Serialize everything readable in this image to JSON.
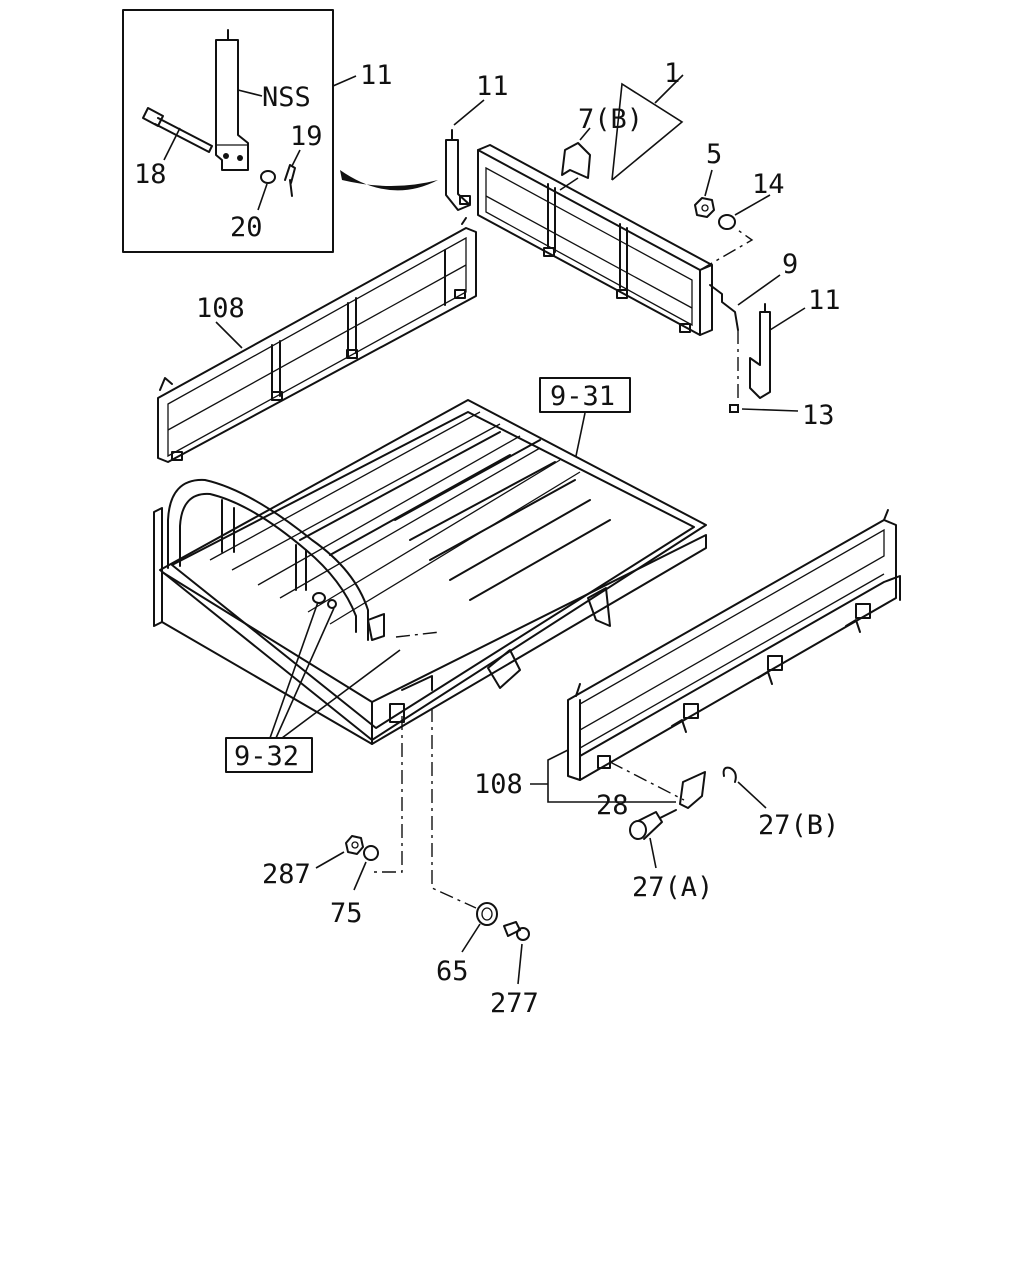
{
  "callouts": {
    "c11_inset": "11",
    "nss": "NSS",
    "c18": "18",
    "c19": "19",
    "c20": "20",
    "c11_top": "11",
    "c7b": "7(B)",
    "c1": "1",
    "c5": "5",
    "c14": "14",
    "c9": "9",
    "c11_right": "11",
    "c13": "13",
    "c108_top": "108",
    "c9_31": "9-31",
    "c9_32": "9-32",
    "c108_bottom": "108",
    "c28": "28",
    "c27b": "27(B)",
    "c27a": "27(A)",
    "c287": "287",
    "c75": "75",
    "c65": "65",
    "c277": "277"
  }
}
